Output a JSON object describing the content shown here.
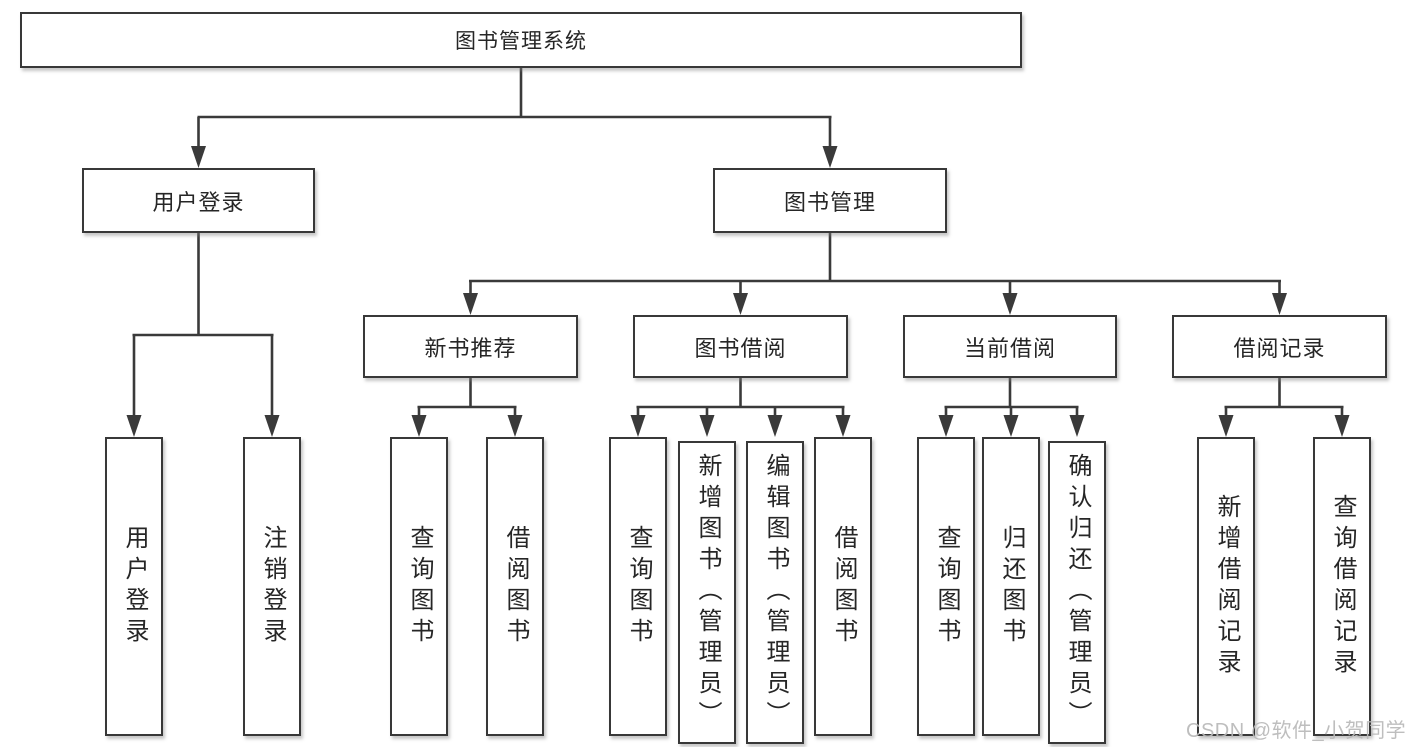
{
  "nodes": {
    "root": {
      "label": "图书管理系统"
    },
    "level2": [
      {
        "label": "用户登录"
      },
      {
        "label": "图书管理"
      }
    ],
    "level3": [
      {
        "label": "新书推荐",
        "parent": "图书管理"
      },
      {
        "label": "图书借阅",
        "parent": "图书管理"
      },
      {
        "label": "当前借阅",
        "parent": "图书管理"
      },
      {
        "label": "借阅记录",
        "parent": "图书管理"
      }
    ],
    "leaves": [
      {
        "label": "用户登录",
        "parent": "用户登录"
      },
      {
        "label": "注销登录",
        "parent": "用户登录"
      },
      {
        "label": "查询图书",
        "parent": "新书推荐"
      },
      {
        "label": "借阅图书",
        "parent": "新书推荐"
      },
      {
        "label": "查询图书",
        "parent": "图书借阅"
      },
      {
        "label": "新增图书（管理员）",
        "parent": "图书借阅"
      },
      {
        "label": "编辑图书（管理员）",
        "parent": "图书借阅"
      },
      {
        "label": "借阅图书",
        "parent": "图书借阅"
      },
      {
        "label": "查询图书",
        "parent": "当前借阅"
      },
      {
        "label": "归还图书",
        "parent": "当前借阅"
      },
      {
        "label": "确认归还（管理员）",
        "parent": "当前借阅"
      },
      {
        "label": "新增借阅记录",
        "parent": "借阅记录"
      },
      {
        "label": "查询借阅记录",
        "parent": "借阅记录"
      }
    ]
  },
  "watermark": "CSDN @软件_小贺同学",
  "colors": {
    "line": "#3a3a3a",
    "box_border": "#383838",
    "box_background": "#ffffff",
    "text": "#262626",
    "watermark": "#b9b9b9"
  }
}
